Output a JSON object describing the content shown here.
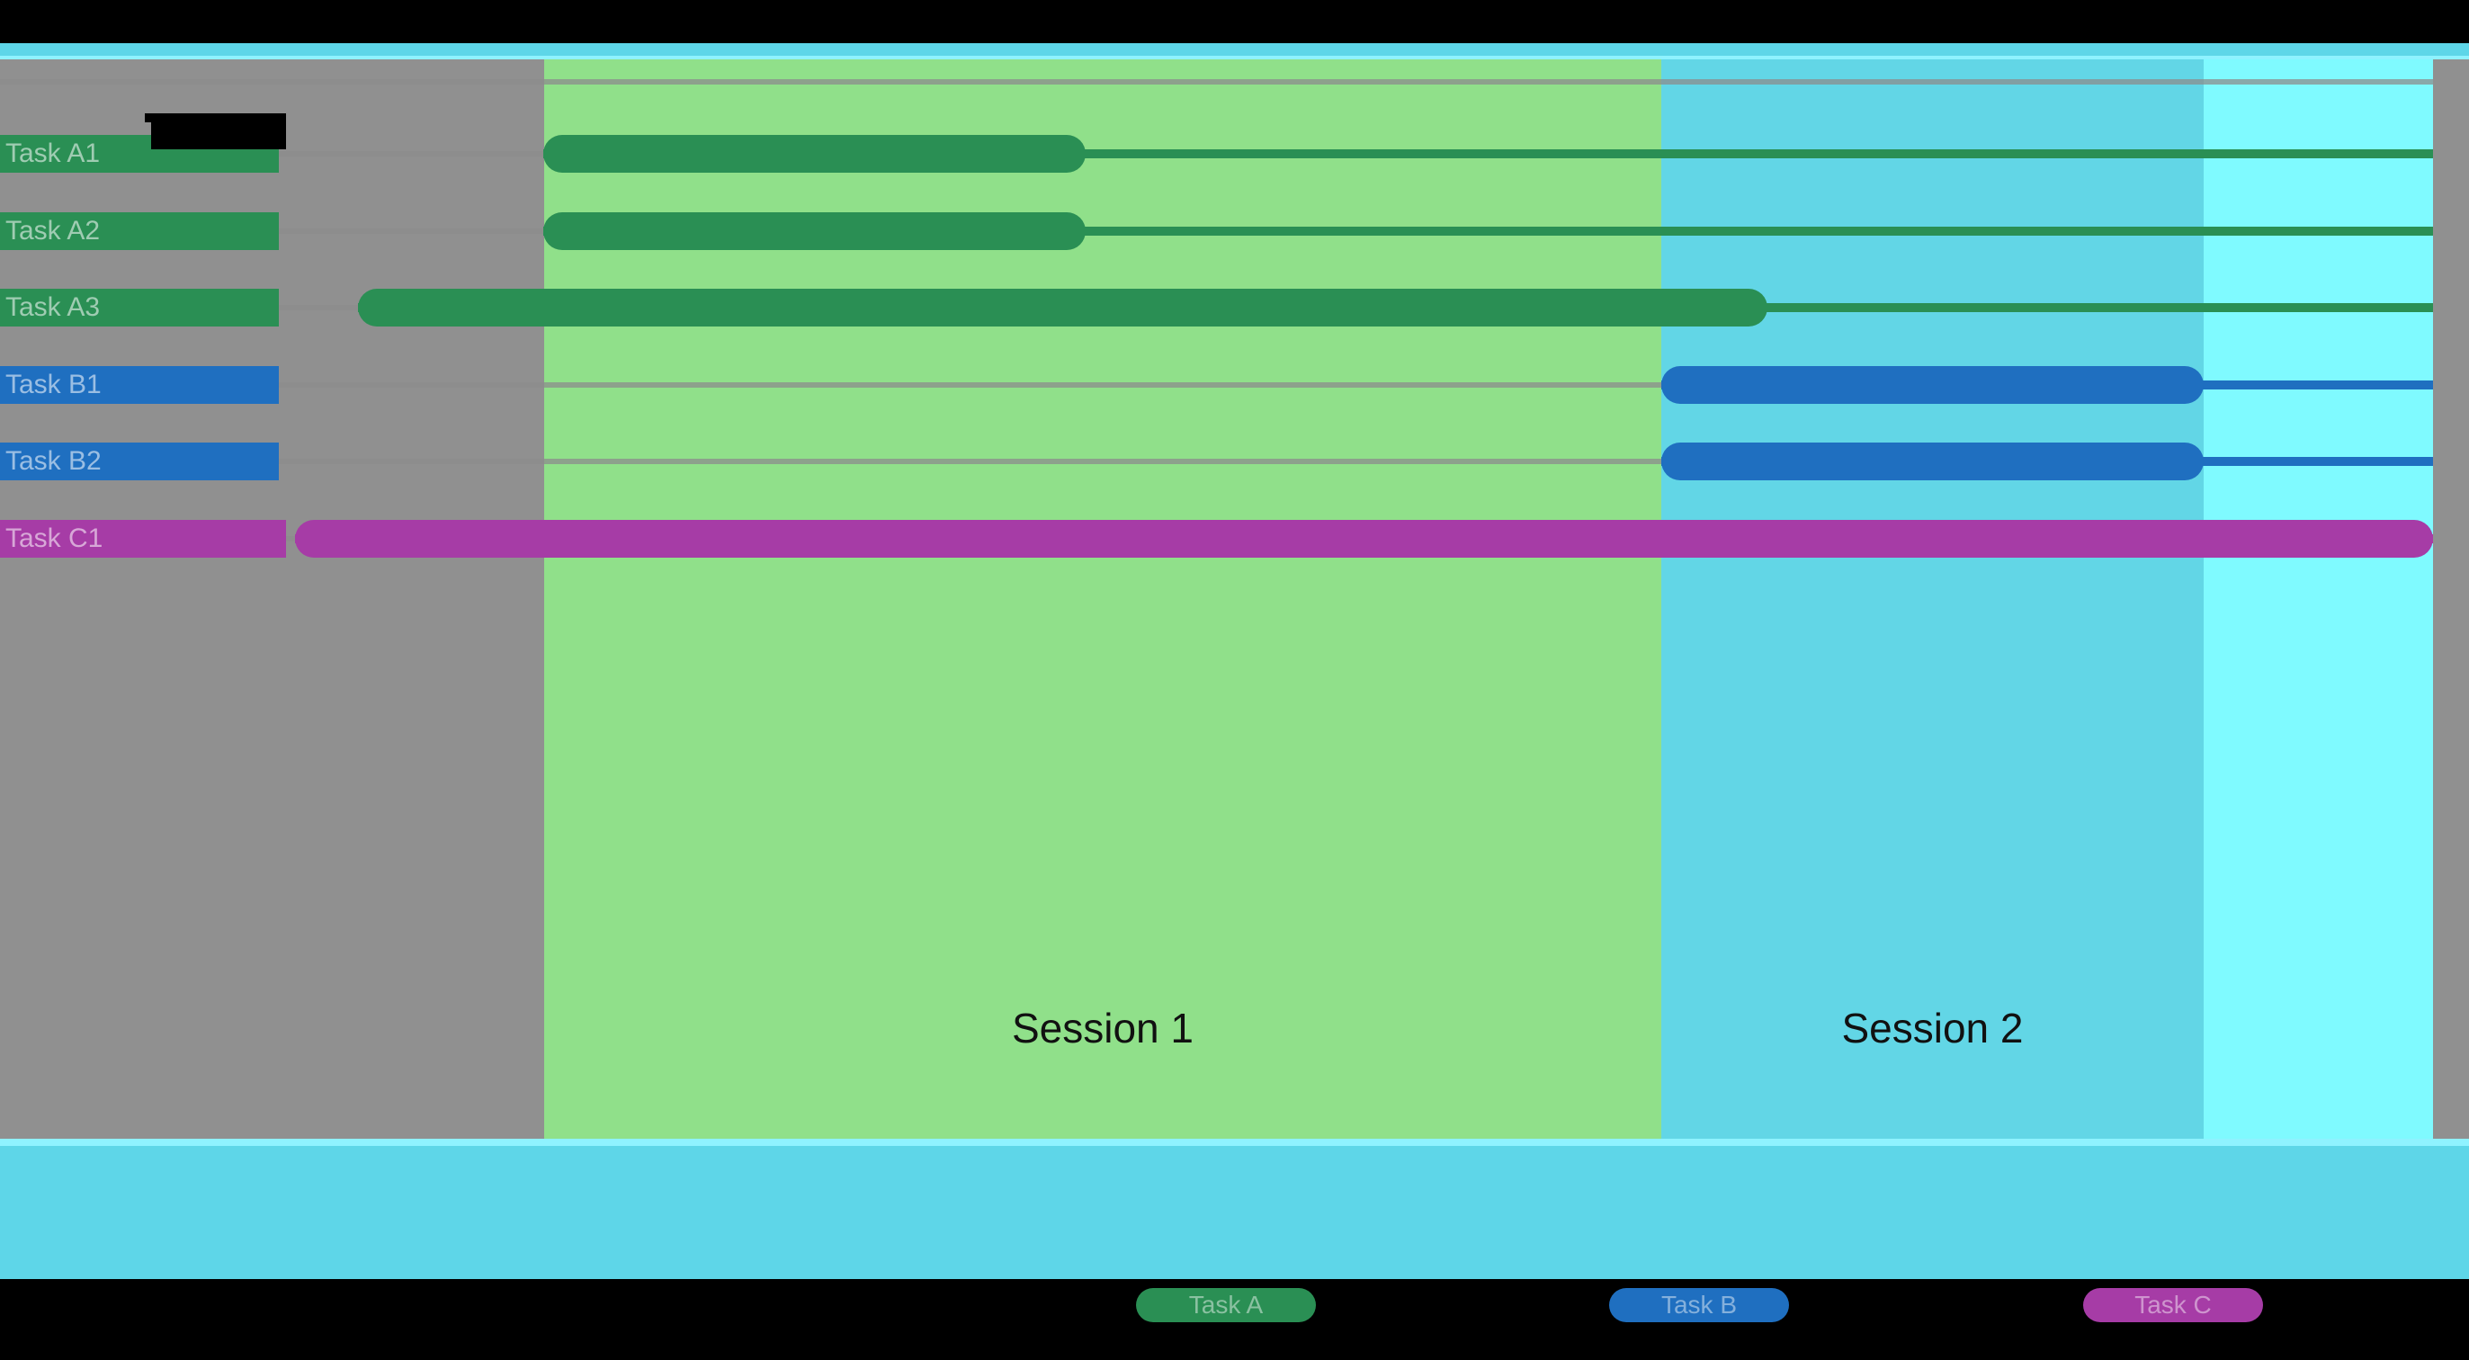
{
  "chart_data": {
    "type": "bar",
    "subtype": "gantt",
    "title": "",
    "xlabel": "",
    "ylabel": "",
    "grid": true,
    "legend_position": "bottom",
    "xlim": [
      0,
      2705
    ],
    "categories": [
      "Task A1",
      "Task A2",
      "Task A3",
      "Task B1",
      "Task B2",
      "Task C1"
    ],
    "bands": [
      {
        "label": "Session 1",
        "x0": 605,
        "x1": 1847,
        "color": "#90e08a"
      },
      {
        "label": "Session 2",
        "x0": 1847,
        "x1": 2450,
        "color": "#62d6e6"
      },
      {
        "label": "",
        "x0": 2450,
        "x1": 2705,
        "color": "#7ffaff"
      }
    ],
    "bars": [
      {
        "name": "Task A1",
        "group": "A",
        "start": 604,
        "end": 1207,
        "color": "#2a8f54",
        "row": 0
      },
      {
        "name": "Task A2",
        "group": "A",
        "start": 604,
        "end": 1207,
        "color": "#2a8f54",
        "row": 1
      },
      {
        "name": "Task A3",
        "group": "A",
        "start": 398,
        "end": 1965,
        "color": "#2a8f54",
        "row": 2
      },
      {
        "name": "Task B1",
        "group": "B",
        "start": 1847,
        "end": 2450,
        "color": "#1f6fc0",
        "row": 3
      },
      {
        "name": "Task B2",
        "group": "B",
        "start": 1847,
        "end": 2450,
        "color": "#1f6fc0",
        "row": 4
      },
      {
        "name": "Task C1",
        "group": "C",
        "start": 328,
        "end": 2705,
        "color": "#a63ca6",
        "row": 5
      }
    ],
    "gridline_rows": [
      0,
      1,
      2,
      3,
      4,
      5
    ],
    "legend": [
      {
        "label": "Task A",
        "color": "#2a8f54"
      },
      {
        "label": "Task B",
        "color": "#1f6fc0"
      },
      {
        "label": "Task C",
        "color": "#a63ca6"
      }
    ]
  },
  "ytick_labels": [
    {
      "text": "Task A1",
      "color": "#2a8f54"
    },
    {
      "text": "Task A2",
      "color": "#2a8f54"
    },
    {
      "text": "Task A3",
      "color": "#2a8f54"
    },
    {
      "text": "Task B1",
      "color": "#1f6fc0"
    },
    {
      "text": "Task B2",
      "color": "#1f6fc0"
    },
    {
      "text": "Task C1",
      "color": "#a63ca6"
    }
  ],
  "colors": {
    "background": "#000000",
    "axes_face": "#909090",
    "gridline": "#8c8c8c",
    "strip_cyan": "#5ed6e8",
    "strip_cyan_light": "#8ff2ff",
    "session1": "#90e08a",
    "session2": "#62d6e6",
    "session3": "#7ffaff",
    "green": "#2a8f54",
    "blue": "#1f6fc0",
    "magenta": "#a63ca6"
  },
  "title": {
    "text": ""
  }
}
